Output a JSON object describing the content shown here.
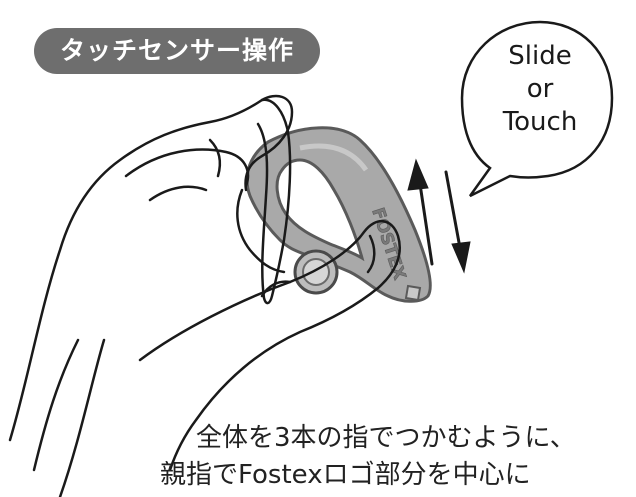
{
  "title_label": "タッチセンサー操作",
  "bubble": {
    "line1": "Slide",
    "line2": "or",
    "line3": "Touch"
  },
  "earpiece_logo": "FOSTEX",
  "caption": {
    "line1": "全体を3本の指でつかむように、",
    "line2": "親指でFostexロゴ部分を中心に"
  },
  "colors": {
    "pill": "#6e6e6e",
    "earpiece_body": "#a9a9a9",
    "earpiece_outline": "#5a5a5a",
    "line": "#1a1a1a"
  }
}
